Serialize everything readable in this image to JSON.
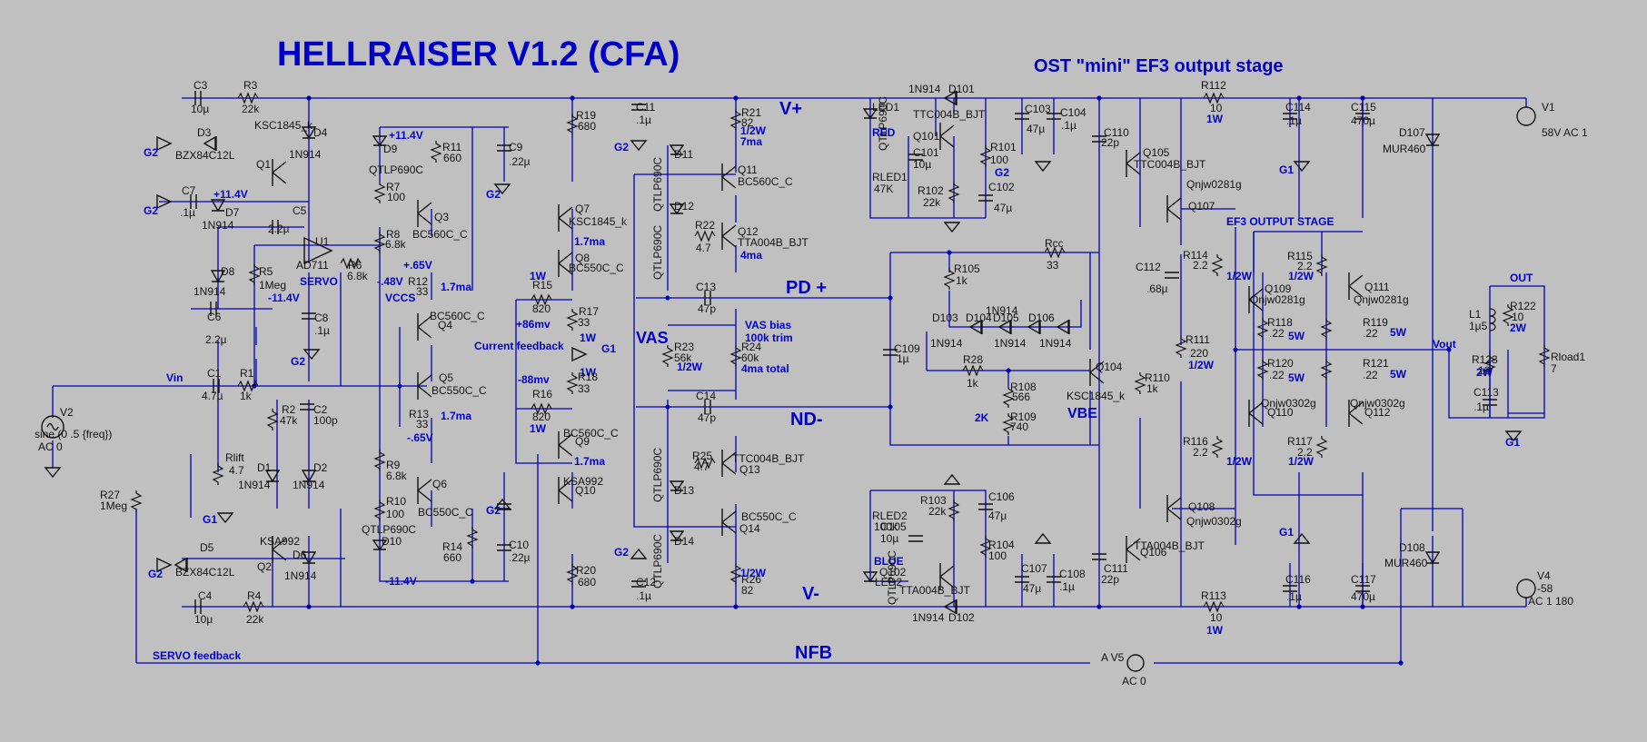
{
  "title": "HELLRAISER V1.2  (CFA)",
  "subtitle": "OST \"mini\" EF3 output stage",
  "section_label": "EF3 OUTPUT STAGE",
  "nets": {
    "vplus": "V+",
    "vminus": "V-",
    "pdplus": "PD +",
    "ndminus": "ND-",
    "vas": "VAS",
    "nfb": "NFB",
    "vin": "Vin",
    "vout": "Vout",
    "out": "OUT",
    "vbe": "VBE",
    "servo": "SERVO",
    "vccs": "VCCS",
    "current_feedback": "Current feedback",
    "servo_feedback": "SERVO feedback"
  },
  "voltage_labels": [
    "+11.4V",
    "+11.4V",
    "-11.4V",
    "-11.4V",
    "+.65V",
    "-.48V",
    "-.65V",
    "+86mv",
    "-88mv"
  ],
  "annotations": [
    "1.7ma",
    "1.7ma",
    "1.7ma",
    "1.7ma",
    "7ma",
    "4ma",
    "1W",
    "1W",
    "1W",
    "1W",
    "1W",
    "1W",
    "1/2W",
    "1/2W",
    "1/2W",
    "1/2W",
    "1/2W",
    "1/2W",
    "1/2W",
    "1/2W",
    "5W",
    "5W",
    "5W",
    "5W",
    "2W",
    "2W",
    "VAS bias",
    "100k trim",
    "4ma total",
    "2K",
    "RED",
    "BLUE"
  ],
  "grounds": [
    "G2",
    "G2",
    "G2",
    "G2",
    "G2",
    "G2",
    "G2",
    "G2",
    "G2",
    "G1",
    "G1",
    "G1",
    "G1",
    "G1"
  ],
  "sources": {
    "v1": {
      "name": "V1",
      "value": "58V AC 1"
    },
    "v2": {
      "name": "V2",
      "value": "sine (0 .5 {freq})",
      "ac": "AC 0"
    },
    "v4": {
      "name": "V4",
      "value": "-58",
      "ac": "AC 1 180"
    },
    "v5": {
      "name": "A V5",
      "ac": "AC 0"
    }
  },
  "components": [
    {
      "id": "c3",
      "name": "C3",
      "value": "10µ"
    },
    {
      "id": "r3",
      "name": "R3",
      "value": "22k"
    },
    {
      "id": "d3",
      "name": "D3",
      "value": "BZX84C12L"
    },
    {
      "id": "q1",
      "name": "Q1",
      "value": "KSC1845_k"
    },
    {
      "id": "d4",
      "name": "D4",
      "value": "1N914"
    },
    {
      "id": "c7",
      "name": "C7",
      "value": ".1µ"
    },
    {
      "id": "d7",
      "name": "D7",
      "value": "1N914"
    },
    {
      "id": "c5",
      "name": "C5",
      "value": "2.2µ"
    },
    {
      "id": "u1",
      "name": "U1",
      "value": "AD711"
    },
    {
      "id": "r5",
      "name": "R5",
      "value": "1Meg"
    },
    {
      "id": "r6",
      "name": "R6",
      "value": "6.8k"
    },
    {
      "id": "d8",
      "name": "D8",
      "value": "1N914"
    },
    {
      "id": "c6",
      "name": "C6",
      "value": "2.2µ"
    },
    {
      "id": "c8",
      "name": "C8",
      "value": ".1µ"
    },
    {
      "id": "c1",
      "name": "C1",
      "value": "4.7µ"
    },
    {
      "id": "r1",
      "name": "R1",
      "value": "1k"
    },
    {
      "id": "r2",
      "name": "R2",
      "value": "47k"
    },
    {
      "id": "c2",
      "name": "C2",
      "value": "100p"
    },
    {
      "id": "rlift",
      "name": "Rlift",
      "value": "4.7"
    },
    {
      "id": "d1",
      "name": "D1",
      "value": "1N914"
    },
    {
      "id": "d2",
      "name": "D2",
      "value": "1N914"
    },
    {
      "id": "r27",
      "name": "R27",
      "value": "1Meg"
    },
    {
      "id": "d5",
      "name": "D5",
      "value": "BZX84C12L"
    },
    {
      "id": "q2",
      "name": "Q2",
      "value": "KSA992"
    },
    {
      "id": "d6",
      "name": "D6",
      "value": "1N914"
    },
    {
      "id": "c4",
      "name": "C4",
      "value": "10µ"
    },
    {
      "id": "r4",
      "name": "R4",
      "value": "22k"
    },
    {
      "id": "d9",
      "name": "D9",
      "value": "QTLP690C"
    },
    {
      "id": "r11",
      "name": "R11",
      "value": "660"
    },
    {
      "id": "c9",
      "name": "C9",
      "value": ".22µ"
    },
    {
      "id": "r7",
      "name": "R7",
      "value": "100"
    },
    {
      "id": "q3",
      "name": "Q3",
      "value": "BC560C_C"
    },
    {
      "id": "r8",
      "name": "R8",
      "value": "6.8k"
    },
    {
      "id": "r12",
      "name": "R12",
      "value": "33"
    },
    {
      "id": "q4",
      "name": "Q4",
      "value": "BC560C_C"
    },
    {
      "id": "q5",
      "name": "Q5",
      "value": "BC550C_C"
    },
    {
      "id": "r13",
      "name": "R13",
      "value": "33"
    },
    {
      "id": "r9",
      "name": "R9",
      "value": "6.8k"
    },
    {
      "id": "q6",
      "name": "Q6",
      "value": "BC550C_C"
    },
    {
      "id": "r10",
      "name": "R10",
      "value": "100"
    },
    {
      "id": "d10",
      "name": "D10",
      "value": "QTLP690C"
    },
    {
      "id": "r14",
      "name": "R14",
      "value": "660"
    },
    {
      "id": "c10",
      "name": "C10",
      "value": ".22µ"
    },
    {
      "id": "r19",
      "name": "R19",
      "value": "680"
    },
    {
      "id": "c11",
      "name": "C11",
      "value": ".1µ"
    },
    {
      "id": "q7",
      "name": "Q7",
      "value": "KSC1845_k"
    },
    {
      "id": "q8",
      "name": "Q8",
      "value": "BC550C_C"
    },
    {
      "id": "r15",
      "name": "R15",
      "value": "820"
    },
    {
      "id": "r17",
      "name": "R17",
      "value": "33"
    },
    {
      "id": "r18",
      "name": "R18",
      "value": "33"
    },
    {
      "id": "r16",
      "name": "R16",
      "value": "820"
    },
    {
      "id": "q9",
      "name": "Q9",
      "value": "BC560C_C"
    },
    {
      "id": "q10",
      "name": "Q10",
      "value": "KSA992"
    },
    {
      "id": "r20",
      "name": "R20",
      "value": "680"
    },
    {
      "id": "c12",
      "name": "C12",
      "value": ".1µ"
    },
    {
      "id": "r21",
      "name": "R21",
      "value": "82"
    },
    {
      "id": "d11",
      "name": "D11",
      "value": "QTLP690C"
    },
    {
      "id": "q11",
      "name": "Q11",
      "value": "BC560C_C"
    },
    {
      "id": "d12",
      "name": "D12",
      "value": "QTLP690C"
    },
    {
      "id": "r22",
      "name": "R22",
      "value": "4.7"
    },
    {
      "id": "q12",
      "name": "Q12",
      "value": "TTA004B_BJT"
    },
    {
      "id": "c13",
      "name": "C13",
      "value": "47p"
    },
    {
      "id": "r23",
      "name": "R23",
      "value": "56k"
    },
    {
      "id": "r24",
      "name": "R24",
      "value": "60k"
    },
    {
      "id": "c14",
      "name": "C14",
      "value": "47p"
    },
    {
      "id": "r25",
      "name": "R25",
      "value": "4.7"
    },
    {
      "id": "q13",
      "name": "Q13",
      "value": "TTC004B_BJT"
    },
    {
      "id": "d13",
      "name": "D13",
      "value": "QTLP690C"
    },
    {
      "id": "d14",
      "name": "D14",
      "value": "QTLP690C"
    },
    {
      "id": "q14",
      "name": "Q14",
      "value": "BC550C_C"
    },
    {
      "id": "r26",
      "name": "R26",
      "value": "82"
    },
    {
      "id": "led1",
      "name": "LED1",
      "value": "QTLP690C"
    },
    {
      "id": "rled1",
      "name": "RLED1",
      "value": "47K"
    },
    {
      "id": "d101",
      "name": "D101",
      "value": "1N914"
    },
    {
      "id": "q101",
      "name": "Q101",
      "value": "TTC004B_BJT"
    },
    {
      "id": "c101",
      "name": "C101",
      "value": "10µ"
    },
    {
      "id": "r101",
      "name": "R101",
      "value": "100"
    },
    {
      "id": "r102",
      "name": "R102",
      "value": "22k"
    },
    {
      "id": "c102",
      "name": "C102",
      "value": "47µ"
    },
    {
      "id": "c103",
      "name": "C103",
      "value": "47µ"
    },
    {
      "id": "c104",
      "name": "C104",
      "value": ".1µ"
    },
    {
      "id": "r105",
      "name": "R105",
      "value": "1k"
    },
    {
      "id": "rcc",
      "name": "Rcc",
      "value": "33"
    },
    {
      "id": "d103",
      "name": "D103",
      "value": "1N914"
    },
    {
      "id": "d104",
      "name": "D104",
      "value": "1N914"
    },
    {
      "id": "d105",
      "name": "D105",
      "value": "1N914"
    },
    {
      "id": "d106",
      "name": "D106",
      "value": "1N914"
    },
    {
      "id": "c109",
      "name": "C109",
      "value": "1µ"
    },
    {
      "id": "r28",
      "name": "R28",
      "value": "1k"
    },
    {
      "id": "r108",
      "name": "R108",
      "value": "566"
    },
    {
      "id": "r109",
      "name": "R109",
      "value": "740"
    },
    {
      "id": "q104",
      "name": "Q104",
      "value": "KSC1845_k"
    },
    {
      "id": "led2",
      "name": "LED2",
      "value": "QTLP690C"
    },
    {
      "id": "rled2",
      "name": "RLED2",
      "value": "100k"
    },
    {
      "id": "r103",
      "name": "R103",
      "value": "22k"
    },
    {
      "id": "c106",
      "name": "C106",
      "value": "47µ"
    },
    {
      "id": "c105",
      "name": "C105",
      "value": "10µ"
    },
    {
      "id": "r104",
      "name": "R104",
      "value": "100"
    },
    {
      "id": "q102",
      "name": "Q102",
      "value": "TTA004B_BJT"
    },
    {
      "id": "d102",
      "name": "D102",
      "value": "1N914"
    },
    {
      "id": "c107",
      "name": "C107",
      "value": "47µ"
    },
    {
      "id": "c108",
      "name": "C108",
      "value": ".1µ"
    },
    {
      "id": "c110",
      "name": "C110",
      "value": "22p"
    },
    {
      "id": "q105",
      "name": "Q105",
      "value": "TTC004B_BJT"
    },
    {
      "id": "q107",
      "name": "Q107",
      "value": "Qnjw0281g"
    },
    {
      "id": "c112",
      "name": "C112",
      "value": ".68µ"
    },
    {
      "id": "r111",
      "name": "R111",
      "value": "220"
    },
    {
      "id": "r110",
      "name": "R110",
      "value": "1k"
    },
    {
      "id": "q108",
      "name": "Q108",
      "value": "Qnjw0302g"
    },
    {
      "id": "q106",
      "name": "Q106",
      "value": "TTA004B_BJT"
    },
    {
      "id": "c111",
      "name": "C111",
      "value": "22p"
    },
    {
      "id": "r112",
      "name": "R112",
      "value": "10"
    },
    {
      "id": "r113",
      "name": "R113",
      "value": "10"
    },
    {
      "id": "c114",
      "name": "C114",
      "value": ".1µ"
    },
    {
      "id": "c115",
      "name": "C115",
      "value": "470µ"
    },
    {
      "id": "c116",
      "name": "C116",
      "value": ".1µ"
    },
    {
      "id": "c117",
      "name": "C117",
      "value": "470µ"
    },
    {
      "id": "r114",
      "name": "R114",
      "value": "2.2"
    },
    {
      "id": "q109",
      "name": "Q109",
      "value": "Qnjw0281g"
    },
    {
      "id": "r115",
      "name": "R115",
      "value": "2.2"
    },
    {
      "id": "q111",
      "name": "Q111",
      "value": "Qnjw0281g"
    },
    {
      "id": "r118",
      "name": "R118",
      "value": ".22"
    },
    {
      "id": "r119",
      "name": "R119",
      "value": ".22"
    },
    {
      "id": "r120",
      "name": "R120",
      "value": ".22"
    },
    {
      "id": "r121",
      "name": "R121",
      "value": ".22"
    },
    {
      "id": "q110",
      "name": "Q110",
      "value": "Qnjw0302g"
    },
    {
      "id": "q112",
      "name": "Q112",
      "value": "Qnjw0302g"
    },
    {
      "id": "r116",
      "name": "R116",
      "value": "2.2"
    },
    {
      "id": "r117",
      "name": "R117",
      "value": "2.2"
    },
    {
      "id": "d107",
      "name": "D107",
      "value": "MUR460"
    },
    {
      "id": "d108",
      "name": "D108",
      "value": "MUR460"
    },
    {
      "id": "l1",
      "name": "L1",
      "value": "1µ5"
    },
    {
      "id": "r122",
      "name": "R122",
      "value": "10"
    },
    {
      "id": "r123",
      "name": "R123",
      "value": "10"
    },
    {
      "id": "c113",
      "name": "C113",
      "value": ".1µ"
    },
    {
      "id": "rload1",
      "name": "Rload1",
      "value": "7"
    }
  ]
}
